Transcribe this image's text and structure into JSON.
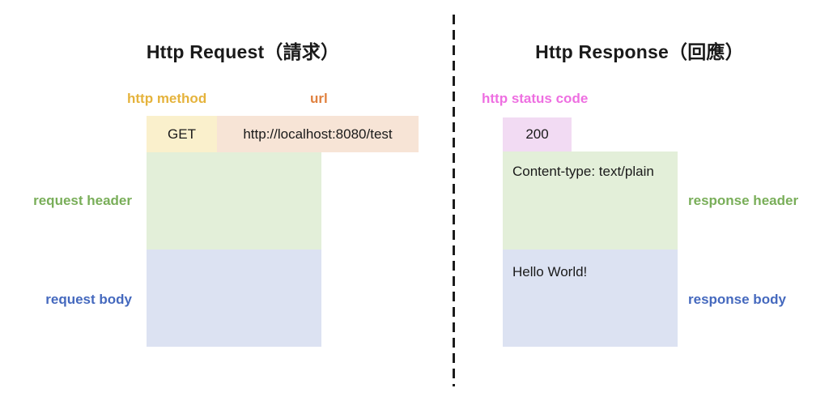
{
  "request_panel": {
    "title": "Http Request（請求）",
    "method_label": "http method",
    "url_label": "url",
    "method_value": "GET",
    "url_value": "http://localhost:8080/test",
    "header_label": "request header",
    "body_label": "request body"
  },
  "response_panel": {
    "title": "Http Response（回應）",
    "status_code_label": "http status code",
    "status_code_value": "200",
    "header_content": "Content-type: text/plain",
    "body_content": "Hello World!",
    "header_label": "response header",
    "body_label": "response body"
  },
  "colors": {
    "method_label": "#e5b33c",
    "url_label": "#e0813f",
    "status_code_label": "#ee6fe1",
    "header_label": "#79ae59",
    "body_label": "#4569be",
    "method_box_fill": "#faf0cc",
    "url_box_fill": "#f7e4d6",
    "header_box_fill": "#e3efd9",
    "body_box_fill": "#dce2f2",
    "status_box_fill": "#f2dbf3",
    "title_text": "#1a1a1a",
    "divider": "#1c1c1c",
    "background": "#ffffff"
  }
}
